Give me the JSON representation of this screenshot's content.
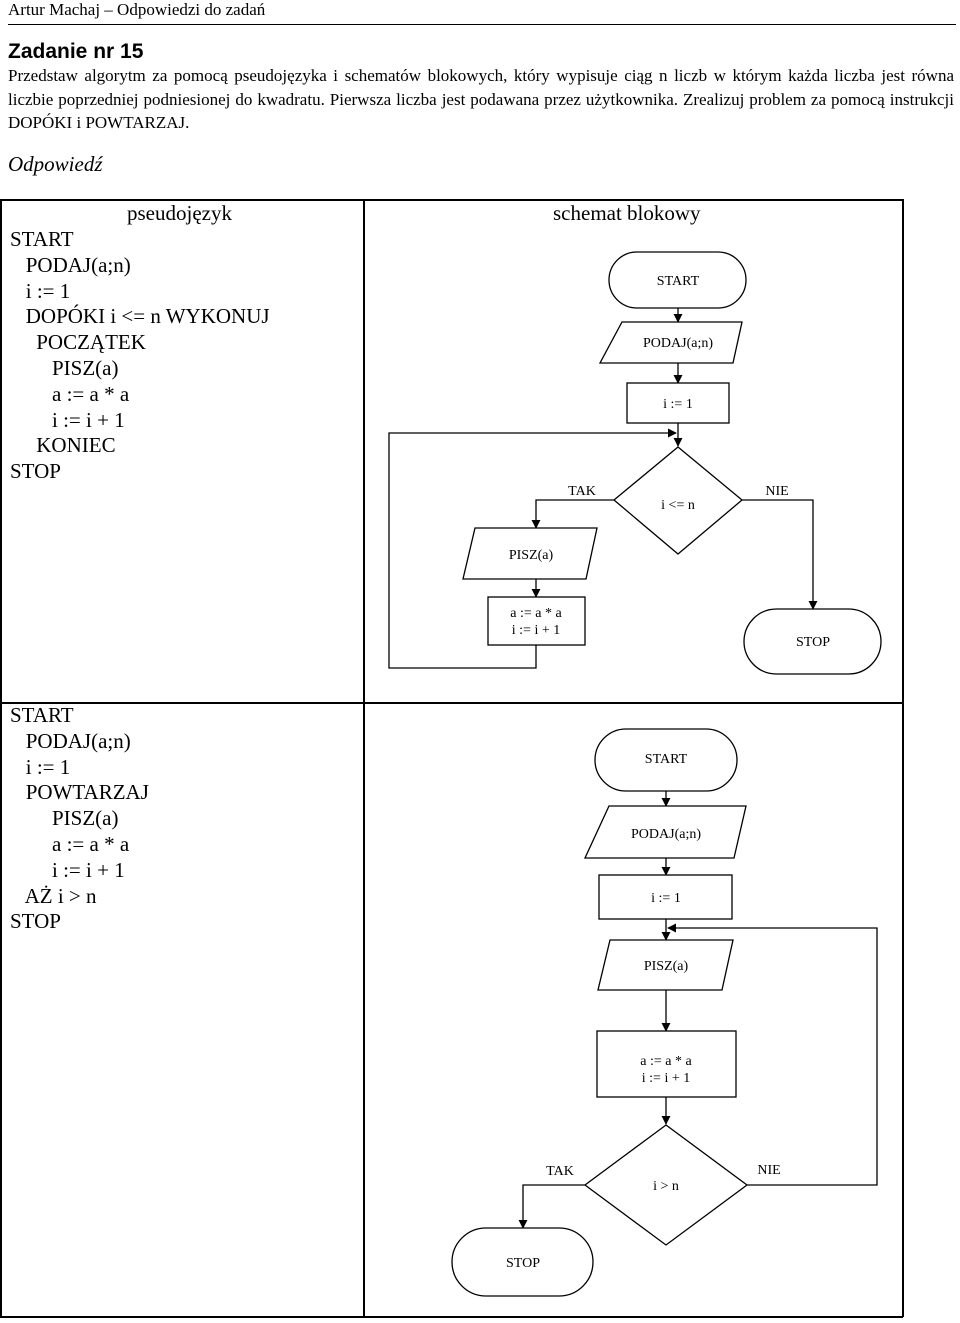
{
  "header": {
    "text": "Artur Machaj – Odpowiedzi do zadań"
  },
  "task": {
    "title": "Zadanie nr 15",
    "description": "Przedstaw algorytm za pomocą pseudojęzyka i schematów blokowych, który wypisuje ciąg n liczb w którym każda liczba jest równa liczbie poprzedniej podniesionej do kwadratu. Pierwsza liczba jest podawana przez użytkownika. Zrealizuj problem za pomocą instrukcji DOPÓKI i POWTARZAJ."
  },
  "answer": {
    "heading": "Odpowiedź",
    "col_pseudo": "pseudojęzyk",
    "col_flow": "schemat blokowy"
  },
  "while_pseudocode": [
    "START",
    "   PODAJ(a;n)",
    "   i := 1",
    "   DOPÓKI i <= n WYKONUJ",
    "     POCZĄTEK",
    "        PISZ(a)",
    "        a := a * a",
    "        i := i + 1",
    "     KONIEC",
    "STOP"
  ],
  "repeat_pseudocode": [
    "START",
    "   PODAJ(a;n)",
    "   i := 1",
    "   POWTARZAJ",
    "        PISZ(a)",
    "        a := a * a",
    "        i := i + 1",
    "   AŻ i > n",
    "STOP"
  ],
  "flow_while": {
    "start": "START",
    "input": "PODAJ(a;n)",
    "init": "i := 1",
    "condition": "i <= n",
    "yes": "TAK",
    "no": "NIE",
    "output": "PISZ(a)",
    "step_1": "a := a * a",
    "step_2": "i := i + 1",
    "stop": "STOP"
  },
  "flow_repeat": {
    "start": "START",
    "input": "PODAJ(a;n)",
    "init": "i := 1",
    "output": "PISZ(a)",
    "step_1": "a := a * a",
    "step_2": "i := i + 1",
    "condition": "i > n",
    "yes": "TAK",
    "no": "NIE",
    "stop": "STOP"
  }
}
